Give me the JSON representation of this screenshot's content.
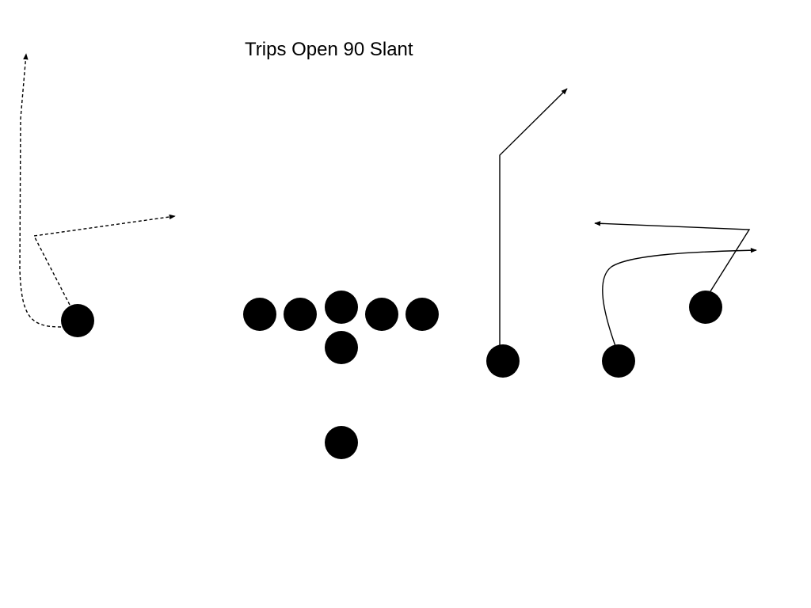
{
  "title": "Trips Open 90 Slant",
  "colors": {
    "background": "#ffffff",
    "ink": "#000000"
  },
  "players": [
    {
      "role": "split-end-left"
    },
    {
      "role": "tackle-left"
    },
    {
      "role": "guard-left"
    },
    {
      "role": "center"
    },
    {
      "role": "guard-right"
    },
    {
      "role": "tackle-right"
    },
    {
      "role": "quarterback"
    },
    {
      "role": "running-back"
    },
    {
      "role": "receiver-slot-inner"
    },
    {
      "role": "receiver-slot-middle"
    },
    {
      "role": "receiver-wide-right"
    }
  ],
  "routes": [
    {
      "role": "split-end-left-vertical",
      "style": "dashed"
    },
    {
      "role": "split-end-left-slant",
      "style": "dashed"
    },
    {
      "role": "inner-slot-post",
      "style": "solid"
    },
    {
      "role": "middle-slot-out",
      "style": "solid"
    },
    {
      "role": "wide-right-slant",
      "style": "solid"
    }
  ]
}
